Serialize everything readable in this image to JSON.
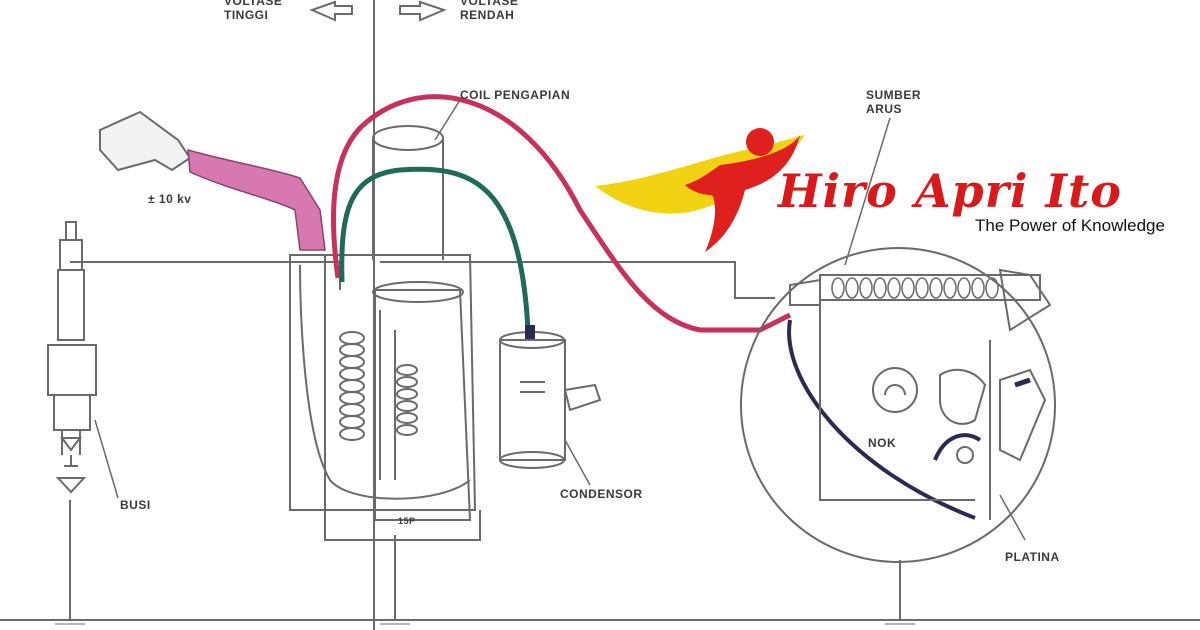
{
  "labels": {
    "voltase_tinggi_1": "VOLTASE",
    "voltase_tinggi_2": "TINGGI",
    "voltase_rendah_1": "VOLTASE",
    "voltase_rendah_2": "RENDAH",
    "coil": "COIL PENGAPIAN",
    "sumber_1": "SUMBER",
    "sumber_2": "ARUS",
    "kv": "± 10 kv",
    "busi": "BUSI",
    "condensor": "CONDENSOR",
    "nok": "NOK",
    "platina": "PLATINA",
    "coil_bottom": "15P"
  },
  "brand": {
    "title": "Hiro Apri Ito",
    "tagline": "The Power of Knowledge"
  },
  "colors": {
    "line": "#6a6a6a",
    "wire_red": "#c8325a",
    "wire_green": "#1f6a58",
    "wire_dark": "#2a2a55",
    "cable_pink": "#d878b0",
    "logo_red": "#e01f1f",
    "logo_yellow": "#f2d313"
  }
}
